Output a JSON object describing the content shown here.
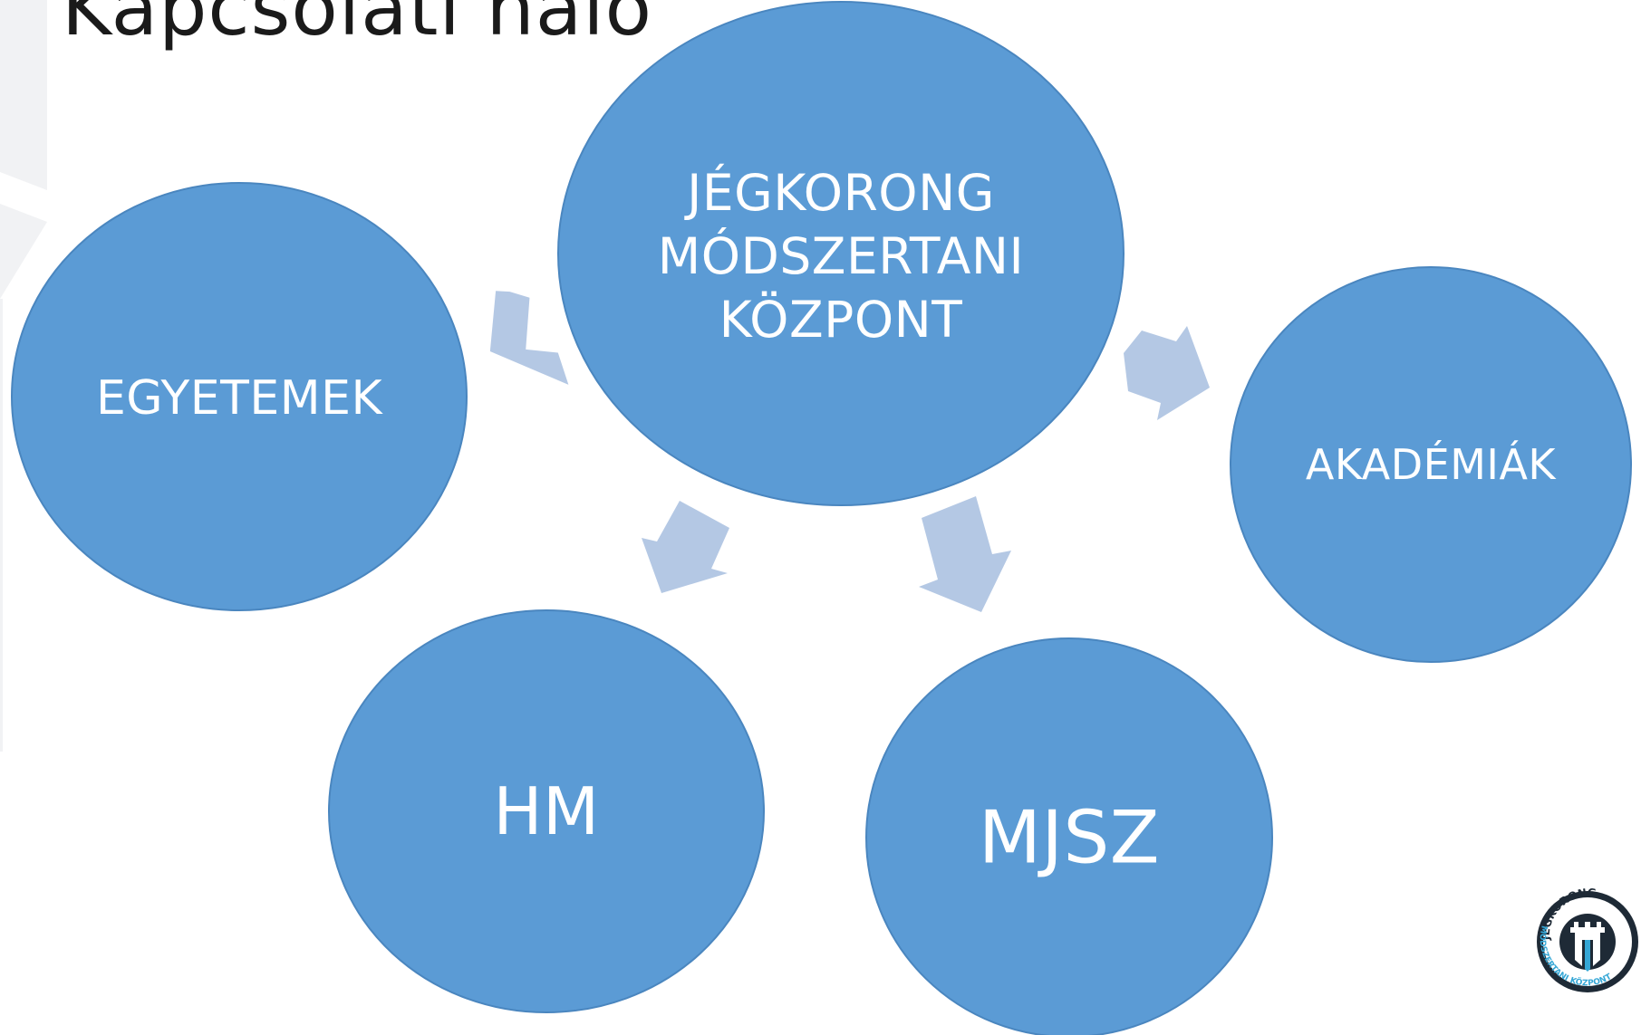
{
  "slide": {
    "title": "Kapcsolati háló"
  },
  "diagram": {
    "nodes": {
      "center": {
        "label": "JÉGKORONG\nMÓDSZERTANI\nKÖZPONT"
      },
      "egyetemek": {
        "label": "EGYETEMEK"
      },
      "akademiak": {
        "label": "AKADÉMIÁK"
      },
      "hm": {
        "label": "HM"
      },
      "mjsz": {
        "label": "MJSZ"
      }
    },
    "colors": {
      "node_fill": "#5b9bd5",
      "node_stroke": "#4a86bf",
      "arrow_fill": "#b4c8e4",
      "text": "#ffffff",
      "background_shape": "#f1f2f4"
    }
  },
  "logo": {
    "icon": "helmet-shield-icon",
    "text_top": "JÉGKORONG",
    "text_bottom": "MÓDSZERTANI KÖZPONT",
    "colors": {
      "ring": "#1e2a36",
      "accent": "#35a7d6"
    }
  }
}
